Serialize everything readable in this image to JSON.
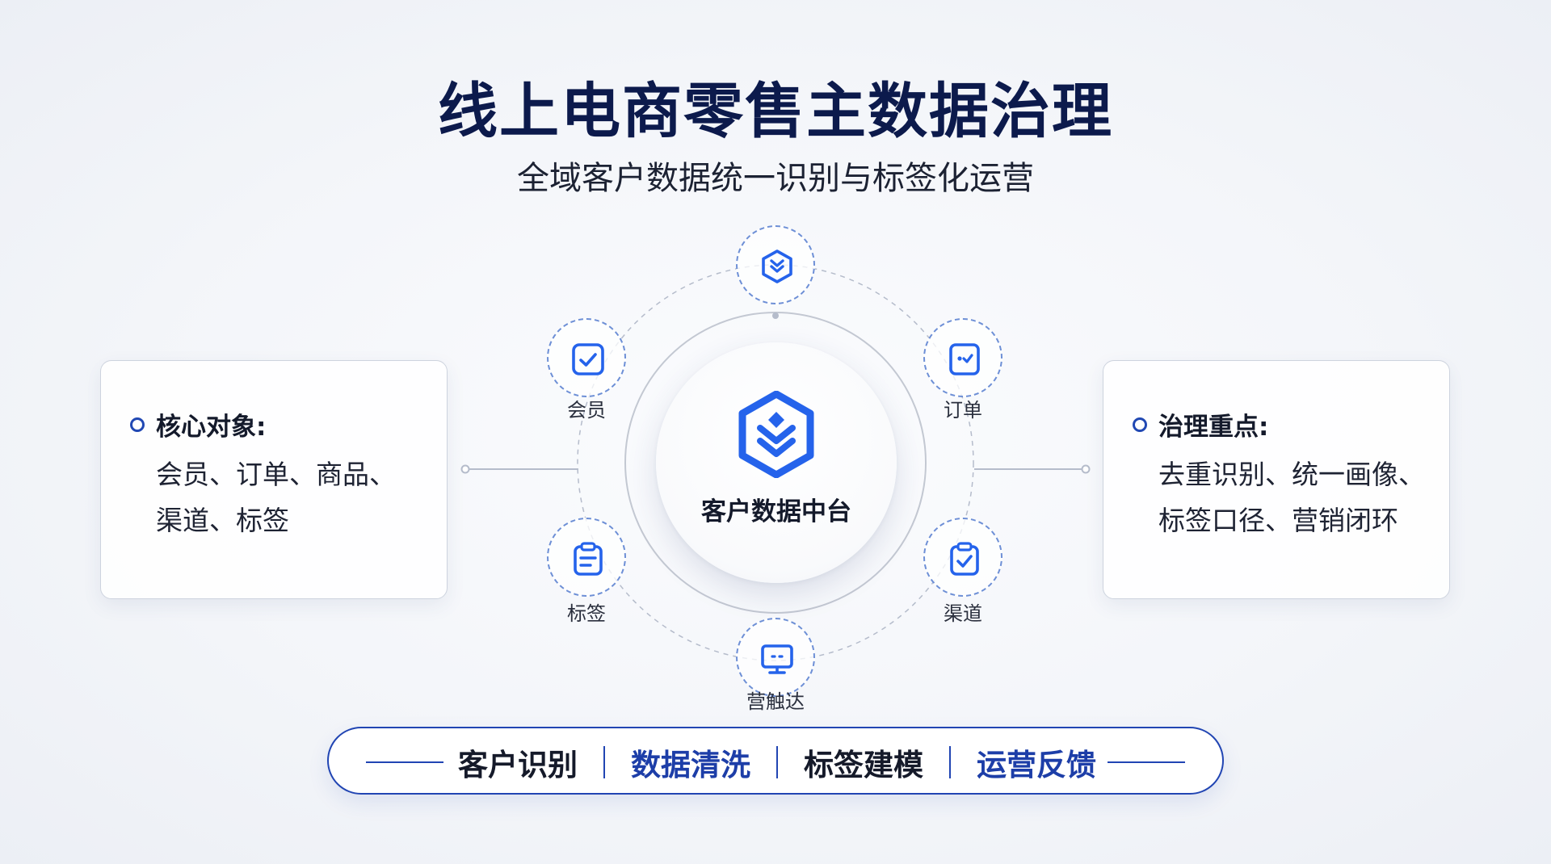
{
  "title": "线上电商零售主数据治理",
  "subtitle": "全域客户数据统一识别与标签化运营",
  "left_card": {
    "heading": "核心对象:",
    "lines": [
      "会员、订单、商品、",
      "渠道、标签"
    ]
  },
  "right_card": {
    "heading": "治理重点:",
    "lines": [
      "去重识别、统一画像、",
      "标签口径、营销闭环"
    ]
  },
  "hub": {
    "label": "客户数据中台",
    "icon": "stacked-chevrons-hexagon-icon"
  },
  "nodes": {
    "top": {
      "label": "",
      "icon": "hexagon-chevrons-icon"
    },
    "member": {
      "label": "会员",
      "icon": "checkbox-icon"
    },
    "order": {
      "label": "订单",
      "icon": "order-icon"
    },
    "tag": {
      "label": "标签",
      "icon": "clipboard-icon"
    },
    "channel": {
      "label": "渠道",
      "icon": "clipboard-check-icon"
    },
    "reach": {
      "label": "营触达",
      "icon": "monitor-icon"
    }
  },
  "bottom_bar": {
    "items": [
      {
        "label": "客户识别",
        "color": "dark"
      },
      {
        "label": "数据清洗",
        "color": "blue"
      },
      {
        "label": "标签建模",
        "color": "dark"
      },
      {
        "label": "运营反馈",
        "color": "blue"
      }
    ]
  },
  "colors": {
    "accent": "#2148b3",
    "title": "#0c1a4c",
    "icon_blue": "#2563eb"
  }
}
